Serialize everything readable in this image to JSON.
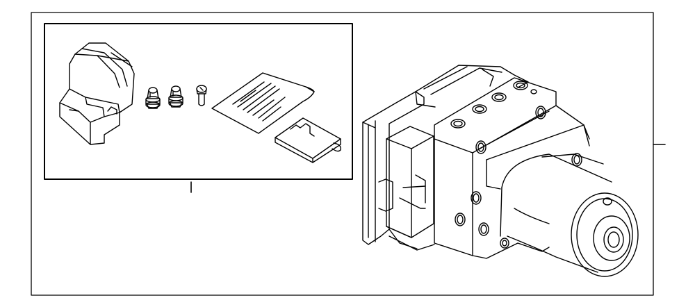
{
  "diagram": {
    "kind": "exploded parts illustration",
    "line_color": "#000000",
    "background": "#ffffff",
    "parts": [
      {
        "id": "bracket",
        "name": "mounting-bracket"
      },
      {
        "id": "stud-1",
        "name": "rubber-grommet"
      },
      {
        "id": "stud-2",
        "name": "rubber-grommet"
      },
      {
        "id": "bolt",
        "name": "bolt"
      },
      {
        "id": "instruction-sheet",
        "name": "instruction-sheet"
      },
      {
        "id": "label-card",
        "name": "label-card"
      },
      {
        "id": "abs-unit",
        "name": "abs-hydraulic-unit"
      }
    ]
  }
}
